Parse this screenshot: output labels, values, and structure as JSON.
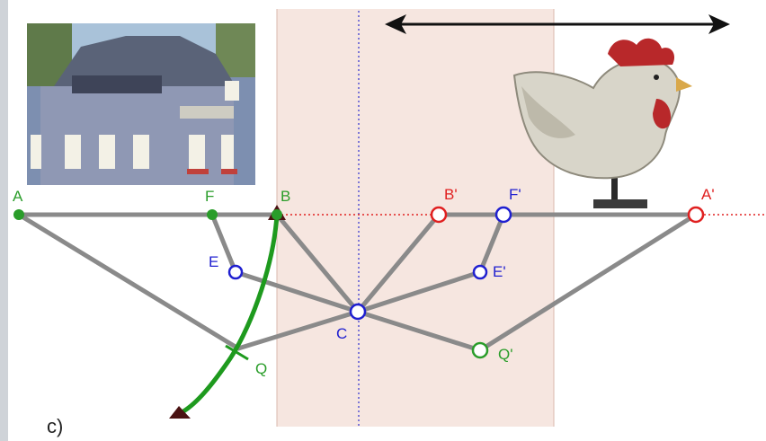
{
  "figure": {
    "panel_label": "c)",
    "colors": {
      "green": "#2a9d2a",
      "blue": "#1f1fd0",
      "red": "#e02020",
      "link_gray": "#8a8a8a",
      "band_fill": "#f6e6e0",
      "arc_green": "#1e9a1e",
      "pivot_fill": "#4a1212"
    },
    "points": {
      "A": {
        "label": "A",
        "color": "green"
      },
      "F": {
        "label": "F",
        "color": "green"
      },
      "B": {
        "label": "B",
        "color": "green"
      },
      "E": {
        "label": "E",
        "color": "blue"
      },
      "C": {
        "label": "C",
        "color": "blue"
      },
      "Q": {
        "label": "Q",
        "color": "green"
      },
      "Bp": {
        "label": "B'",
        "color": "red"
      },
      "Fp": {
        "label": "F'",
        "color": "blue"
      },
      "Ep": {
        "label": "E'",
        "color": "blue"
      },
      "Qp": {
        "label": "Q'",
        "color": "green"
      },
      "Ap": {
        "label": "A'",
        "color": "red"
      }
    },
    "images": {
      "building": "building-photo",
      "rooster": "rooster-figurine"
    },
    "icons": {
      "arrow": "double-headed-arrow-icon",
      "pivot": "triangle-pivot-icon"
    }
  }
}
